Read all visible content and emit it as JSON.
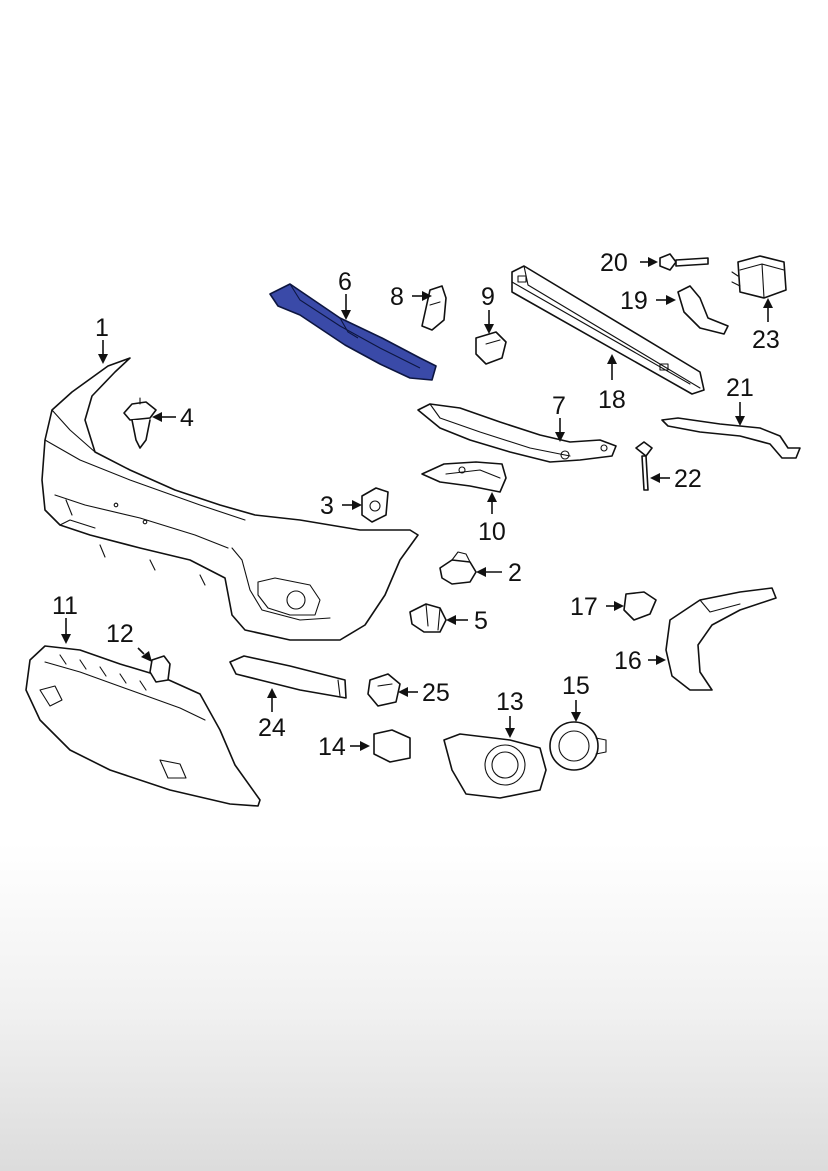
{
  "diagram": {
    "highlighted_part": "6",
    "colors": {
      "highlight": "#3a4aa8",
      "line": "#111111",
      "background": "#ffffff"
    },
    "callouts": {
      "c1": "1",
      "c2": "2",
      "c3": "3",
      "c4": "4",
      "c5": "5",
      "c6": "6",
      "c7": "7",
      "c8": "8",
      "c9": "9",
      "c10": "10",
      "c11": "11",
      "c12": "12",
      "c13": "13",
      "c14": "14",
      "c15": "15",
      "c16": "16",
      "c17": "17",
      "c18": "18",
      "c19": "19",
      "c20": "20",
      "c21": "21",
      "c22": "22",
      "c23": "23",
      "c24": "24",
      "c25": "25"
    }
  }
}
